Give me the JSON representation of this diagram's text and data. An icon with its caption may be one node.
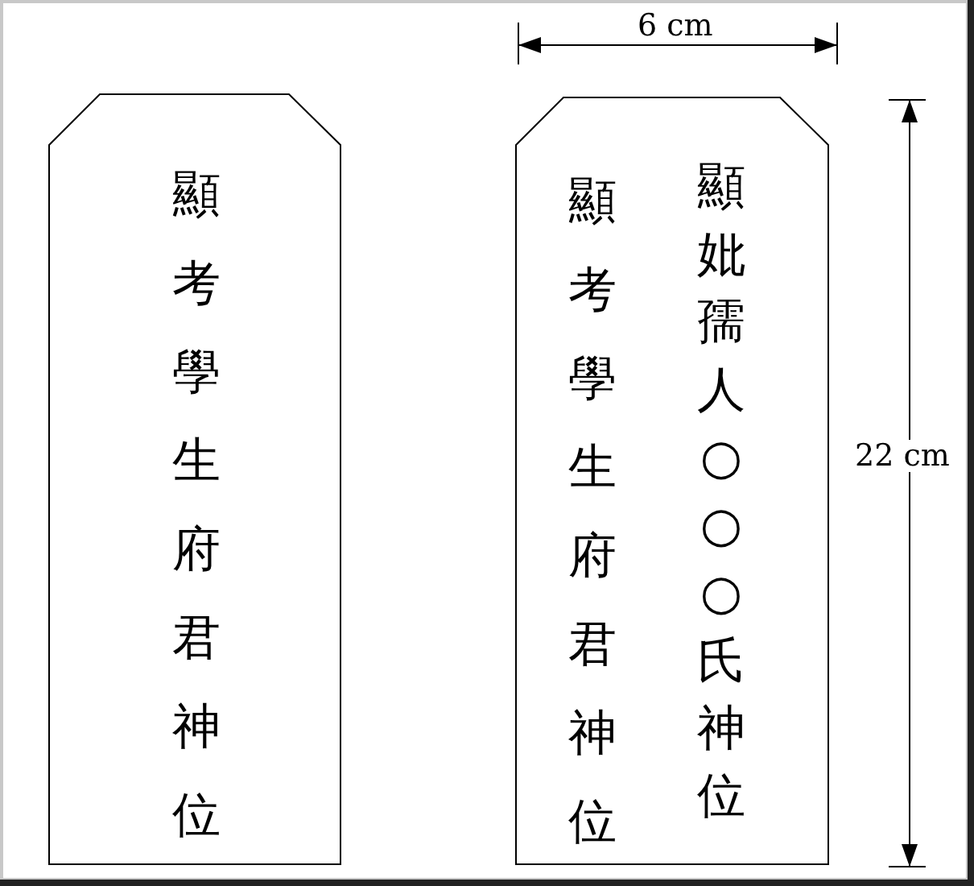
{
  "diagram": {
    "nodes": [
      {
        "text": [
          "顯考學生府君神位"
        ]
      },
      {
        "text": [
          "顯考學生府君神位",
          "顯妣孺人○○○氏神位"
        ]
      }
    ],
    "edges": [],
    "labels": [
      "6 cm",
      "22 cm"
    ]
  }
}
